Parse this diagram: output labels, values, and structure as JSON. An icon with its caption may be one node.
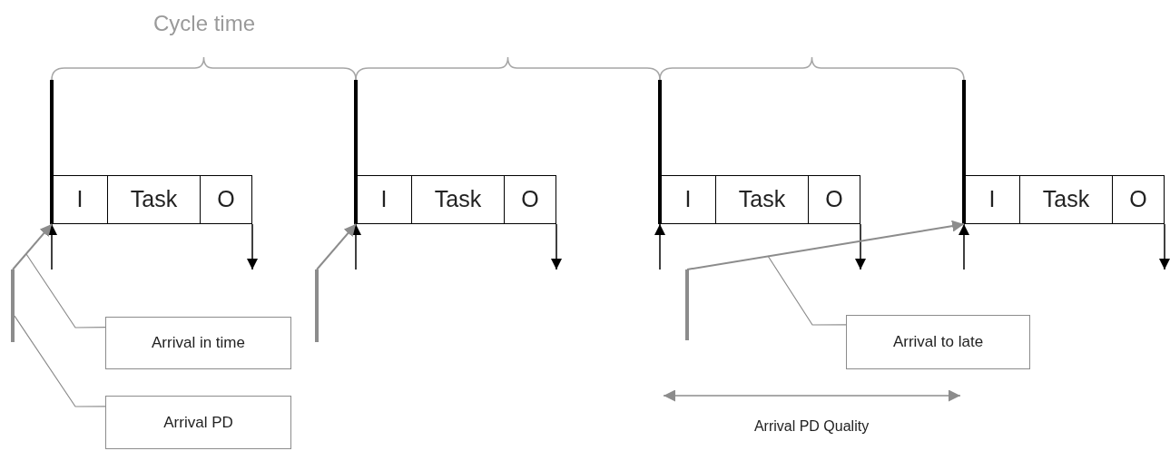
{
  "diagram": {
    "nodes": [
      {
        "text": [
          "I"
        ]
      },
      {
        "text": [
          "Task"
        ]
      },
      {
        "text": [
          "O"
        ]
      },
      {
        "text": [
          "I"
        ]
      },
      {
        "text": [
          "Task"
        ]
      },
      {
        "text": [
          "O"
        ]
      },
      {
        "text": [
          "I"
        ]
      },
      {
        "text": [
          "Task"
        ]
      },
      {
        "text": [
          "O"
        ]
      },
      {
        "text": [
          "I"
        ]
      },
      {
        "text": [
          "Task"
        ]
      },
      {
        "text": [
          "O"
        ]
      },
      {
        "text": [],
        "shape": "bar"
      },
      {
        "text": [],
        "shape": "bar"
      },
      {
        "text": [],
        "shape": "bar"
      },
      {
        "text": [
          "Arrival in time"
        ]
      },
      {
        "text": [
          "Arrival PD"
        ]
      },
      {
        "text": [
          "Arrival to late"
        ]
      }
    ],
    "edges": [
      {
        "from": null,
        "to": 0,
        "arrow": "to"
      },
      {
        "from": null,
        "to": 3,
        "arrow": "to"
      },
      {
        "from": null,
        "to": 6,
        "arrow": "to"
      },
      {
        "from": null,
        "to": 9,
        "arrow": "to"
      },
      {
        "from": 2,
        "to": null,
        "arrow": "to"
      },
      {
        "from": 5,
        "to": null,
        "arrow": "to"
      },
      {
        "from": 8,
        "to": null,
        "arrow": "to"
      },
      {
        "from": 11,
        "to": null,
        "arrow": "to"
      },
      {
        "from": 12,
        "to": 0,
        "arrow": "to",
        "color": "#8c8c8c"
      },
      {
        "from": 13,
        "to": 3,
        "arrow": "to",
        "color": "#8c8c8c"
      },
      {
        "from": 14,
        "to": 9,
        "arrow": "to",
        "color": "#8c8c8c"
      },
      {
        "from": 15,
        "to": null,
        "arrow": "none",
        "color": "#8c8c8c"
      },
      {
        "from": 16,
        "to": 12,
        "arrow": "none",
        "color": "#8c8c8c"
      },
      {
        "from": 17,
        "to": null,
        "arrow": "none",
        "color": "#8c8c8c"
      }
    ],
    "labels": [
      "Cycle time",
      "Arrival PD Quality"
    ]
  }
}
